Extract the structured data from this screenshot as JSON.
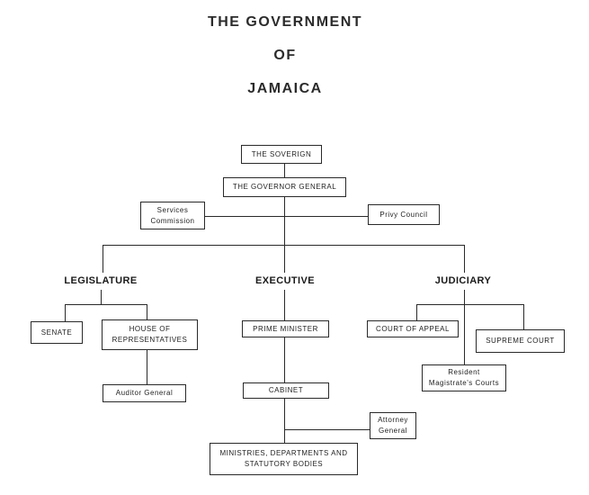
{
  "title": {
    "lines": [
      "THE GOVERNMENT",
      "OF",
      "JAMAICA"
    ]
  },
  "branches": {
    "legislature": "LEGISLATURE",
    "executive": "EXECUTIVE",
    "judiciary": "JUDICIARY"
  },
  "nodes": {
    "sovereign": {
      "label": "THE SOVERIGN"
    },
    "governor_general": {
      "label": "THE GOVERNOR GENERAL"
    },
    "services_commission": {
      "lines": [
        "Services",
        "Commission"
      ]
    },
    "privy_council": {
      "label": "Privy Council"
    },
    "senate": {
      "label": "SENATE"
    },
    "house_of_representatives": {
      "lines": [
        "HOUSE OF",
        "REPRESENTATIVES"
      ]
    },
    "auditor_general": {
      "label": "Auditor General"
    },
    "prime_minister": {
      "label": "PRIME MINISTER"
    },
    "cabinet": {
      "label": "CABINET"
    },
    "ministries_departments": {
      "lines": [
        "MINISTRIES, DEPARTMENTS AND",
        "STATUTORY BODIES"
      ]
    },
    "attorney_general": {
      "lines": [
        "Attorney",
        "General"
      ]
    },
    "court_of_appeal": {
      "label": "COURT OF APPEAL"
    },
    "supreme_court": {
      "label": "SUPREME COURT"
    },
    "resident_magistrates_courts": {
      "lines": [
        "Resident",
        "Magistrate's Courts"
      ]
    }
  },
  "colors": {
    "background": "#ffffff",
    "line": "#2a2a2a",
    "box_border": "#2a2a2a",
    "text": "#1f1f1f"
  }
}
